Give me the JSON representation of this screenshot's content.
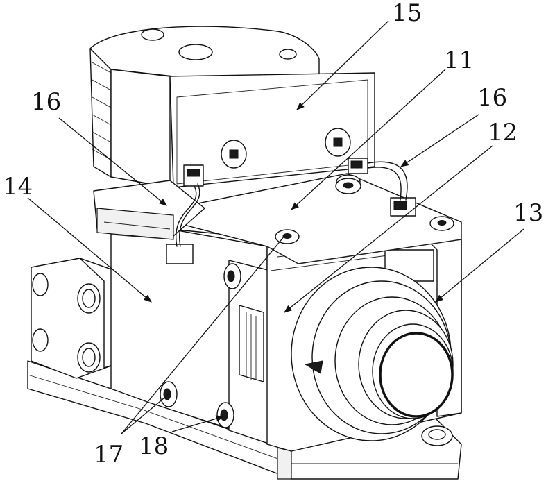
{
  "figure": {
    "title": "Mechanical assembly isometric view with reference numerals",
    "labels": [
      {
        "id": "label-15",
        "text": "15"
      },
      {
        "id": "label-11",
        "text": "11"
      },
      {
        "id": "label-16-left",
        "text": "16"
      },
      {
        "id": "label-16-right",
        "text": "16"
      },
      {
        "id": "label-12",
        "text": "12"
      },
      {
        "id": "label-14",
        "text": "14"
      },
      {
        "id": "label-13",
        "text": "13"
      },
      {
        "id": "label-17",
        "text": "17"
      },
      {
        "id": "label-18",
        "text": "18"
      }
    ]
  }
}
